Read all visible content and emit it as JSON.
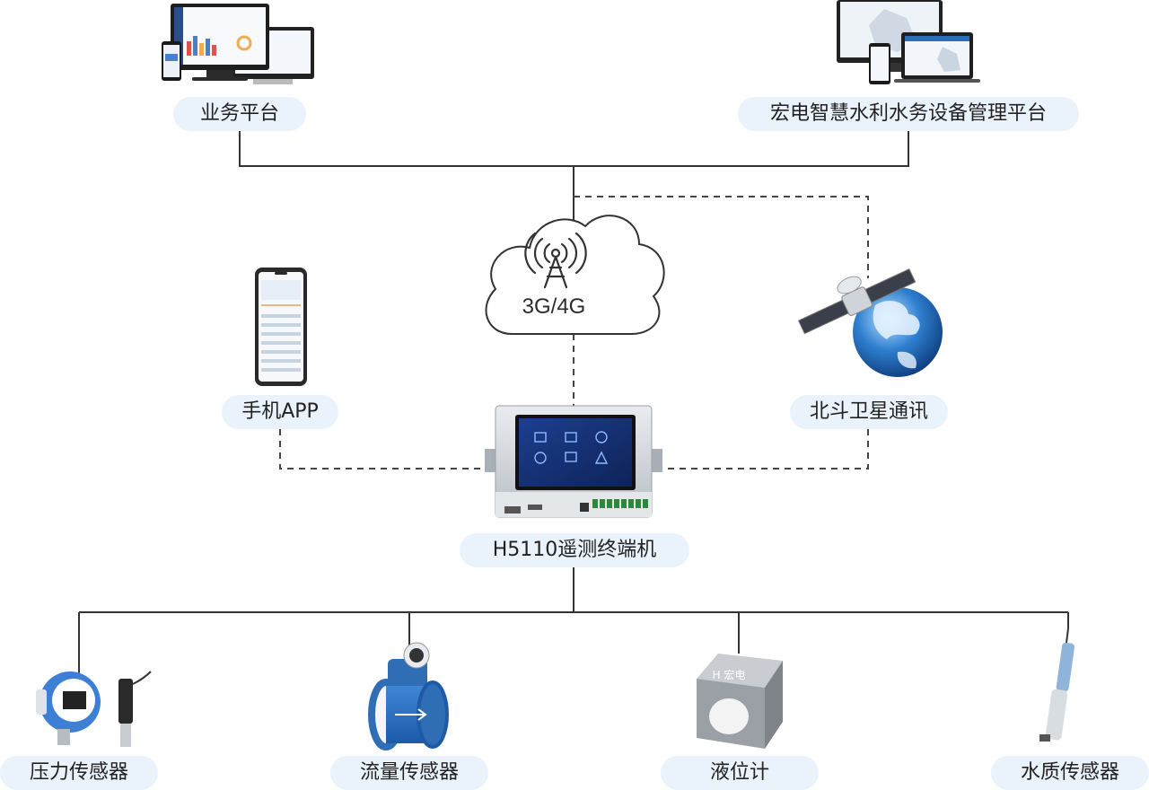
{
  "nodes": {
    "business_platform": "业务平台",
    "hongdian_platform": "宏电智慧水利水务设备管理平台",
    "network": "3G/4G",
    "mobile_app": "手机APP",
    "beidou": "北斗卫星通讯",
    "terminal": "H5110遥测终端机",
    "pressure_sensor": "压力传感器",
    "flow_sensor": "流量传感器",
    "level_meter": "液位计",
    "water_quality_sensor": "水质传感器"
  },
  "icons": {
    "business_platform": "multi-device-dashboard-icon",
    "hongdian_platform": "multi-device-map-icon",
    "network": "cell-tower-cloud-icon",
    "mobile_app": "smartphone-icon",
    "beidou": "satellite-globe-icon",
    "terminal": "rtu-device-icon",
    "pressure_sensor": "pressure-transmitter-icon",
    "flow_sensor": "electromagnetic-flowmeter-icon",
    "level_meter": "radar-level-meter-icon",
    "water_quality_sensor": "water-quality-probe-icon"
  },
  "colors": {
    "pill_bg": "#eaf3fb",
    "line": "#333333",
    "device_blue": "#2f6db5"
  }
}
